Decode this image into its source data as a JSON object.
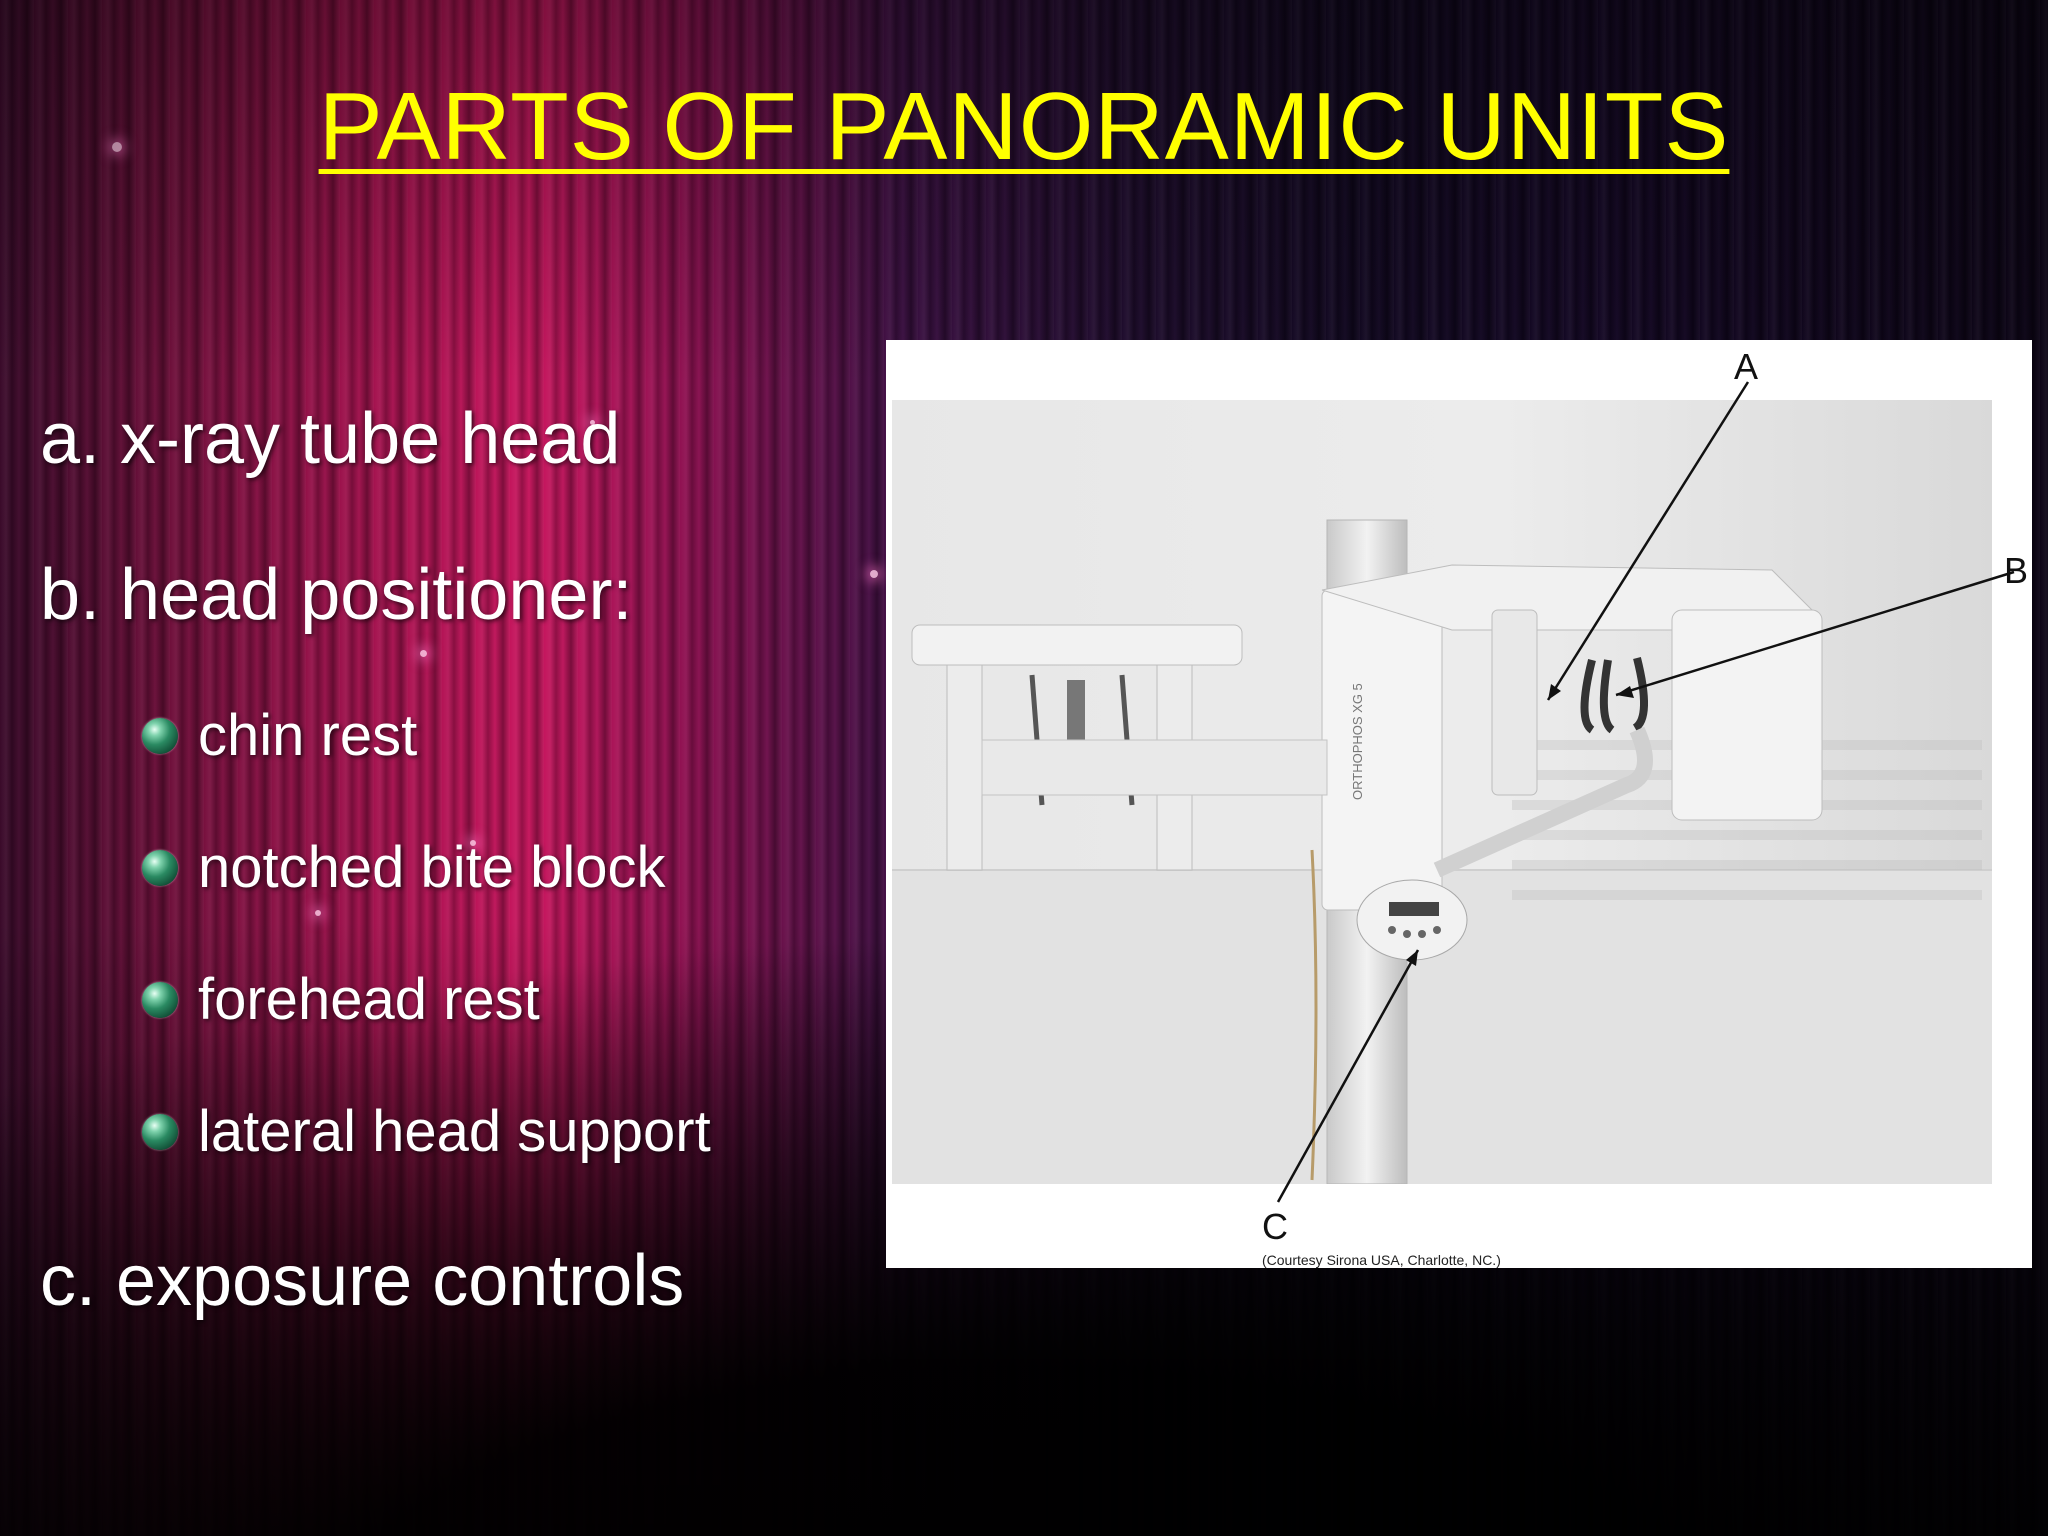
{
  "slide": {
    "title": "PARTS OF PANORAMIC UNITS",
    "items": [
      {
        "text": "a. x-ray tube head"
      },
      {
        "text": "b. head positioner:"
      },
      {
        "text": "chin rest"
      },
      {
        "text": "notched bite block"
      },
      {
        "text": "forehead rest"
      },
      {
        "text": "lateral head support"
      },
      {
        "text": "c. exposure controls"
      }
    ]
  },
  "figure": {
    "labels": {
      "a": "A",
      "b": "B",
      "c": "C"
    },
    "unit_marking": "ORTHOPHOS XG 5",
    "credit": "(Courtesy Sirona USA, Charlotte, NC.)"
  },
  "colors": {
    "title": "#ffff00",
    "text": "#ffffff",
    "bullet": "#2a8a62",
    "figure_bg": "#ffffff"
  }
}
